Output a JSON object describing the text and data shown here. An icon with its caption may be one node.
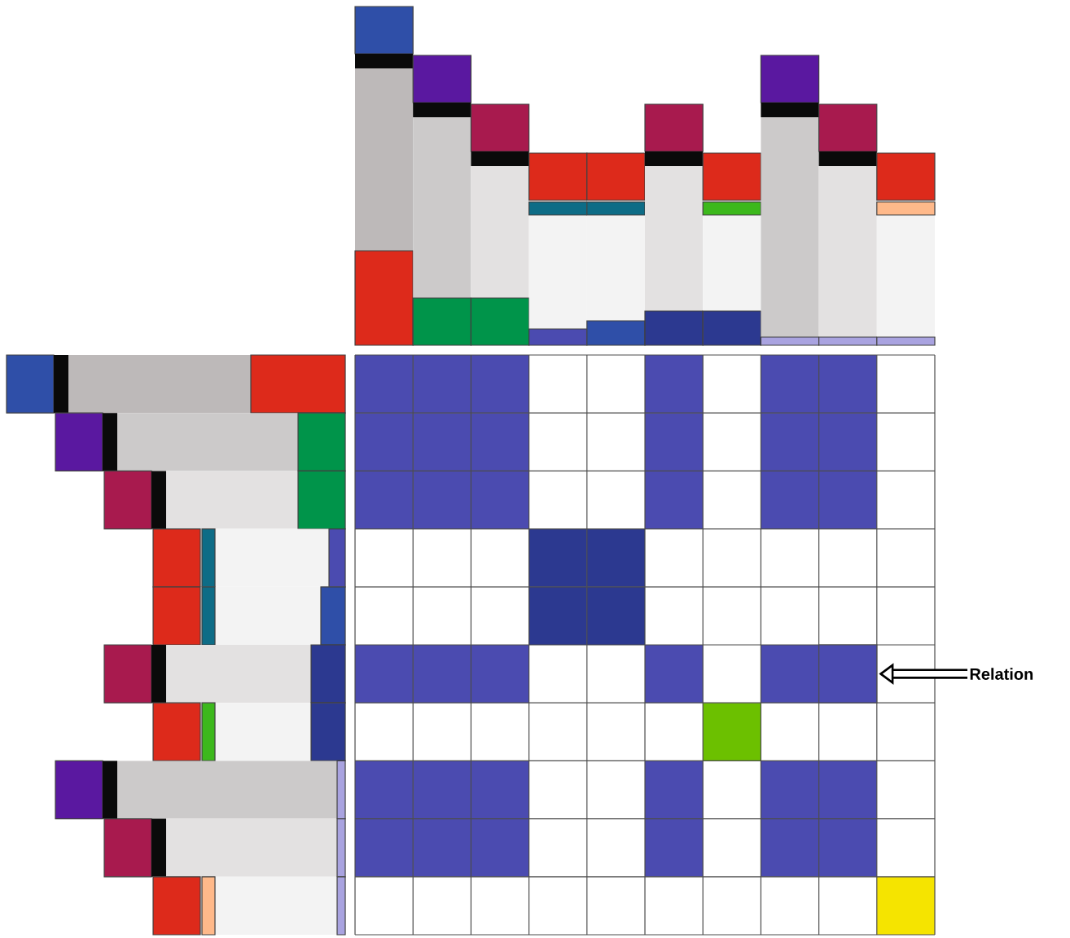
{
  "diagram": {
    "nodes": [
      {
        "text": [
          "Relation"
        ]
      },
      {
        "text": [],
        "shape": "box"
      }
    ],
    "edges": [
      {
        "from": 0,
        "to": 1,
        "arrow": "to"
      }
    ]
  }
}
